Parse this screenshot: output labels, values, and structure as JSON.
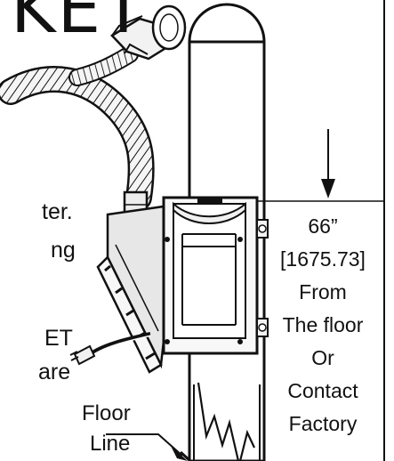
{
  "title_fragment": "KET",
  "left_fragments": [
    "ter.",
    "ng",
    "ET",
    "are"
  ],
  "measurement": {
    "dimension": "66”",
    "metric": "[1675.73]",
    "line_3": "From",
    "line_4": "The floor",
    "line_5": "Or",
    "line_6": "Contact",
    "line_7": "Factory"
  },
  "floor_label": {
    "line_1": "Floor",
    "line_2": "Line"
  },
  "colors": {
    "ink": "#111111",
    "metal_fill": "#f6f6f6",
    "shadow_fill": "#d8d8d8",
    "hose_fill": "#eeeeee",
    "background": "#ffffff"
  }
}
